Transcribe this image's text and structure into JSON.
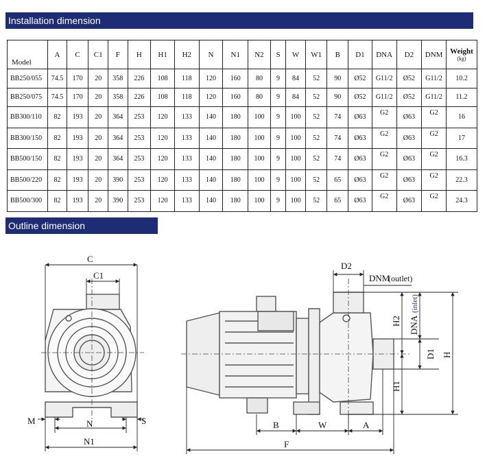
{
  "sections": {
    "installation_title": "Installation dimension",
    "outline_title": "Outline dimension"
  },
  "table": {
    "headers": [
      "Model",
      "A",
      "C",
      "C1",
      "F",
      "H",
      "H1",
      "H2",
      "N",
      "N1",
      "N2",
      "S",
      "W",
      "W1",
      "B",
      "D1",
      "DNA",
      "D2",
      "DNM",
      "Weight"
    ],
    "weight_unit": "(kg)",
    "rows": [
      [
        "BB250/055",
        "74.5",
        "170",
        "20",
        "358",
        "226",
        "108",
        "118",
        "120",
        "160",
        "80",
        "9",
        "84",
        "52",
        "90",
        "Ø52",
        "G11/2",
        "Ø52",
        "G11/2",
        "10.2"
      ],
      [
        "BB250/075",
        "74.5",
        "170",
        "20",
        "358",
        "226",
        "108",
        "118",
        "120",
        "160",
        "80",
        "9",
        "84",
        "52",
        "90",
        "Ø52",
        "G11/2",
        "Ø52",
        "G11/2",
        "11.2"
      ],
      [
        "BB300/110",
        "82",
        "193",
        "20",
        "364",
        "253",
        "120",
        "133",
        "140",
        "180",
        "100",
        "9",
        "100",
        "52",
        "74",
        "Ø63",
        "G2",
        "Ø63",
        "G2",
        "16"
      ],
      [
        "BB300/150",
        "82",
        "193",
        "20",
        "364",
        "253",
        "120",
        "133",
        "140",
        "180",
        "100",
        "9",
        "100",
        "52",
        "74",
        "Ø63",
        "G2",
        "Ø63",
        "G2",
        "17"
      ],
      [
        "BB500/150",
        "82",
        "193",
        "20",
        "364",
        "253",
        "120",
        "133",
        "140",
        "180",
        "100",
        "9",
        "100",
        "52",
        "74",
        "Ø63",
        "G2",
        "Ø63",
        "G2",
        "16.3"
      ],
      [
        "BB500/220",
        "82",
        "193",
        "20",
        "390",
        "253",
        "120",
        "133",
        "140",
        "180",
        "100",
        "9",
        "100",
        "52",
        "65",
        "Ø63",
        "G2",
        "Ø63",
        "G2",
        "22.3"
      ],
      [
        "BB500/300",
        "82",
        "193",
        "20",
        "390",
        "253",
        "120",
        "133",
        "140",
        "180",
        "100",
        "9",
        "100",
        "52",
        "65",
        "Ø63",
        "G2",
        "Ø63",
        "G2",
        "24.3"
      ]
    ]
  },
  "diagram": {
    "front": {
      "C": "C",
      "C1": "C1",
      "M": "M",
      "N": "N",
      "S": "S",
      "N1": "N1"
    },
    "side": {
      "D2": "D2",
      "DNM": "DNM",
      "DNM_note": "(outlet)",
      "DNA": "DNA",
      "DNA_note": "(inlet)",
      "H2": "H2",
      "H1": "H1",
      "H": "H",
      "D1": "D1",
      "B": "B",
      "W": "W",
      "A": "A",
      "F": "F"
    },
    "colors": {
      "dim_line": "#222222",
      "pump": "#555555",
      "section_bar": "#1d2c74",
      "inlet_note": "#1d2c74"
    }
  }
}
